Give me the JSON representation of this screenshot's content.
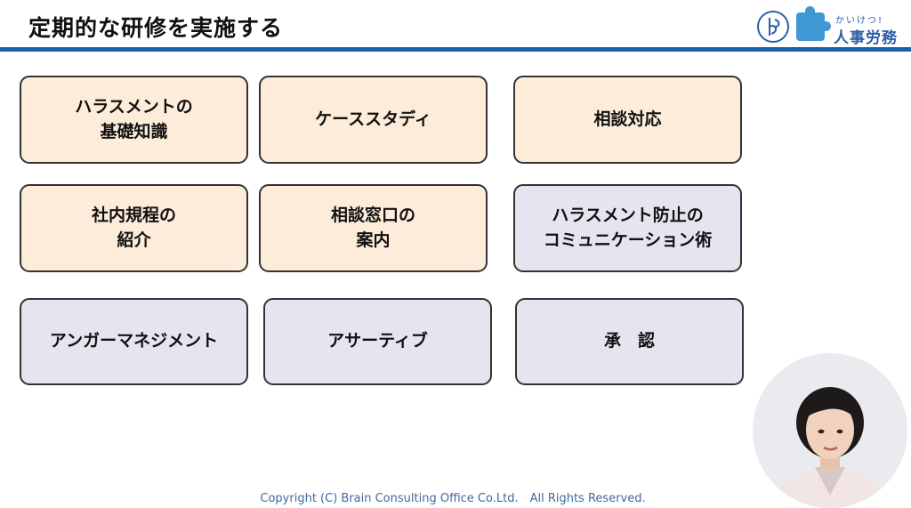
{
  "header": {
    "title": "定期的な研修を実施する"
  },
  "logo": {
    "small_text": "かいけつ!",
    "big_text": "人事労務"
  },
  "boxes": [
    {
      "label": "ハラスメントの\n基礎知識",
      "color": "#fdecd9"
    },
    {
      "label": "ケーススタディ",
      "color": "#fdecd9"
    },
    {
      "label": "相談対応",
      "color": "#fdecd9"
    },
    {
      "label": "社内規程の\n紹介",
      "color": "#fdecd9"
    },
    {
      "label": "相談窓口の\n案内",
      "color": "#fdecd9"
    },
    {
      "label": "ハラスメント防止の\nコミュニケーション術",
      "color": "#e6e4ee"
    },
    {
      "label": "アンガーマネジメント",
      "color": "#e6e4ee"
    },
    {
      "label": "アサーティブ",
      "color": "#e6e4ee"
    },
    {
      "label": "承　認",
      "color": "#e6e4ee"
    }
  ],
  "footer": {
    "copyright": "Copyright (C) Brain Consulting Office Co.Ltd.　All Rights Reserved."
  },
  "colors": {
    "accent_rule": "#1e5ea8",
    "peach": "#fdecd9",
    "lavender": "#e6e4ee"
  }
}
